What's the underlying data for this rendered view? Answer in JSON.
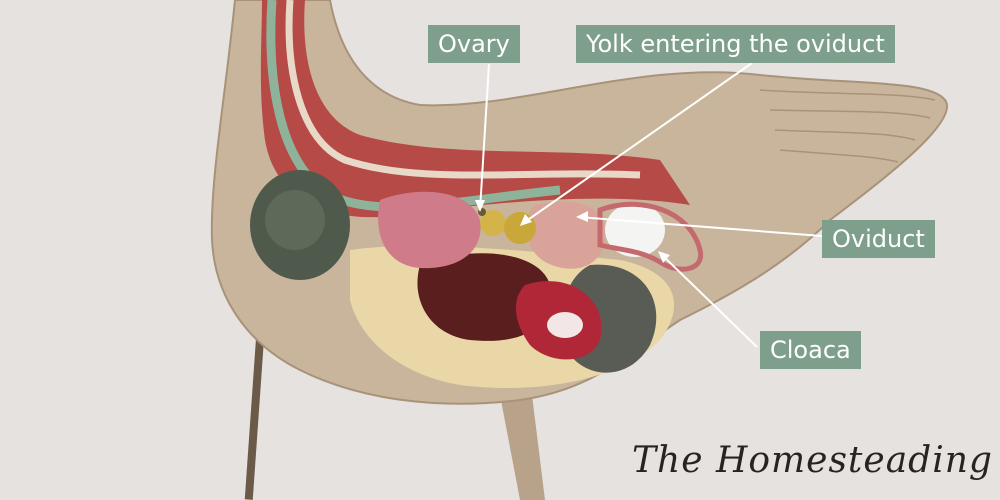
{
  "labels": {
    "ovary": "Ovary",
    "yolk": "Yolk entering the oviduct",
    "oviduct": "Oviduct",
    "cloaca": "Cloaca"
  },
  "watermark": "The Homesteading RD",
  "colors": {
    "background": "#e6e2e0",
    "label_bg": "#7e9f8b",
    "label_text": "#ffffff",
    "feather_body": "#c9b59b",
    "muscle": "#b54a46",
    "yolk": "#d4b44a",
    "liver": "#5a1e1e",
    "gizzard": "#585c54"
  }
}
